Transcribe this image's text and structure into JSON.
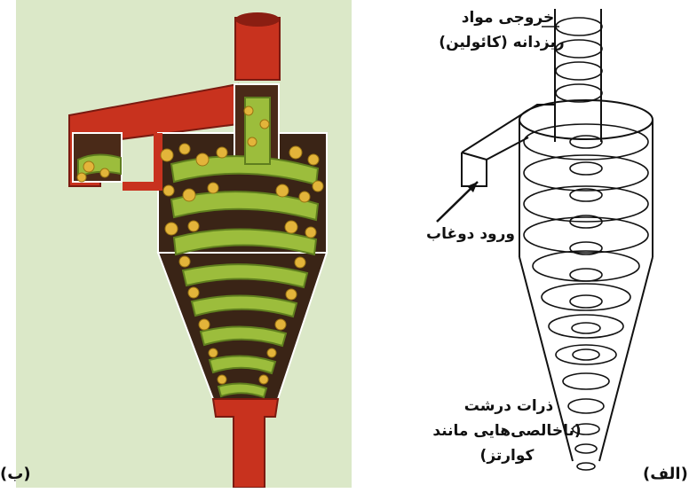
{
  "labels": {
    "output_line1": "خروجی مواد",
    "output_line2": "ریزدانه (کائولین)",
    "inlet": "ورود دوغاب",
    "coarse_line1": "ذرات درشت",
    "coarse_line2": "(ناخالصی‌هایی مانند",
    "coarse_line3": "کوارتز)"
  },
  "panel_tags": {
    "left": "(ب)",
    "right": "(الف)"
  },
  "colors": {
    "background_b": "#dbe8c8",
    "pipe_red": "#c8321e",
    "pipe_dark": "#7a1a10",
    "body_dark": "#3a2416",
    "swirl_green": "#9cbd3c",
    "particle_yellow": "#e3b43a"
  }
}
